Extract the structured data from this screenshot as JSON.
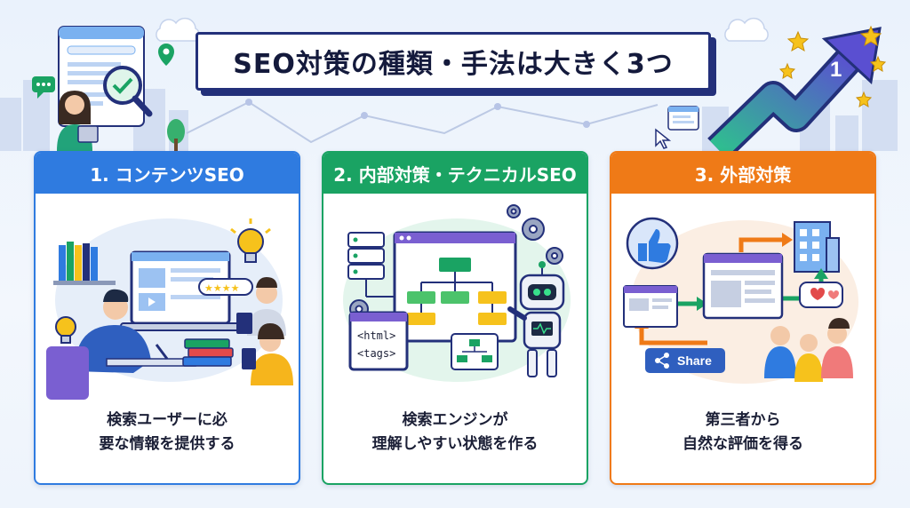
{
  "title": "SEO対策の種類・手法は大きく3つ",
  "cards": [
    {
      "heading": "1. コンテンツSEO",
      "desc_line1": "検索ユーザーに必",
      "desc_line2": "要な情報を提供する",
      "accent": "#2f7be0",
      "icons": [
        "laptop-icon",
        "bookshelf-icon",
        "lightbulb-icon",
        "star-rating-icon",
        "books-icon",
        "tablet-icon"
      ]
    },
    {
      "heading": "2. 内部対策・テクニカルSEO",
      "desc_line1": "検索エンジンが",
      "desc_line2": "理解しやすい状態を作る",
      "accent": "#1aa363",
      "code_line1": "<html>",
      "code_line2": "<tags>",
      "icons": [
        "server-icon",
        "gear-icon",
        "sitemap-icon",
        "robot-icon",
        "code-window-icon"
      ]
    },
    {
      "heading": "3. 外部対策",
      "desc_line1": "第三者から",
      "desc_line2": "自然な評価を得る",
      "accent": "#ef7a17",
      "share_label": "Share",
      "icons": [
        "thumbs-up-icon",
        "building-icon",
        "link-arrows-icon",
        "heart-icon",
        "share-icon",
        "people-icon"
      ]
    }
  ],
  "rank_badge": "1",
  "colors": {
    "title_border": "#23307a",
    "background": "#eaf2fc",
    "arrow_gradient_start": "#2fbf8f",
    "arrow_gradient_end": "#5a4fd1",
    "star": "#f6c21c"
  }
}
